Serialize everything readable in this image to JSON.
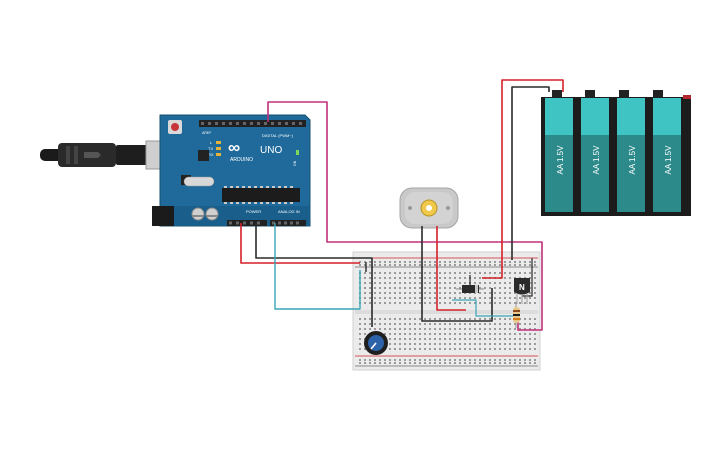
{
  "arduino": {
    "logo": "∞",
    "model": "UNO",
    "brand": "ARDUINO",
    "digital_label": "DIGITAL (PWM~)",
    "power_label": "POWER",
    "analog_label": "ANALOG IN",
    "tx_label": "TX",
    "rx_label": "RX",
    "l_label": "L",
    "on_label": "ON",
    "aref_label": "AREF",
    "gnd_label": "GND"
  },
  "battery": {
    "cells": [
      {
        "label": "AA 1.5V"
      },
      {
        "label": "AA 1.5V"
      },
      {
        "label": "AA 1.5V"
      },
      {
        "label": "AA 1.5V"
      }
    ]
  },
  "transistor": {
    "label": "N"
  },
  "colors": {
    "board": "#1f6a9a",
    "wire_red": "#d52128",
    "wire_black": "#2a2a2a",
    "wire_magenta": "#c0307a",
    "wire_cyan": "#3aa5b8",
    "battery_teal": "#3fc3c3",
    "breadboard": "#ebebeb"
  },
  "icons": {
    "usb_cable": "usb-cable-icon",
    "potentiometer": "potentiometer-icon",
    "motor": "dc-motor-icon",
    "diode": "diode-icon",
    "resistor": "resistor-icon"
  }
}
